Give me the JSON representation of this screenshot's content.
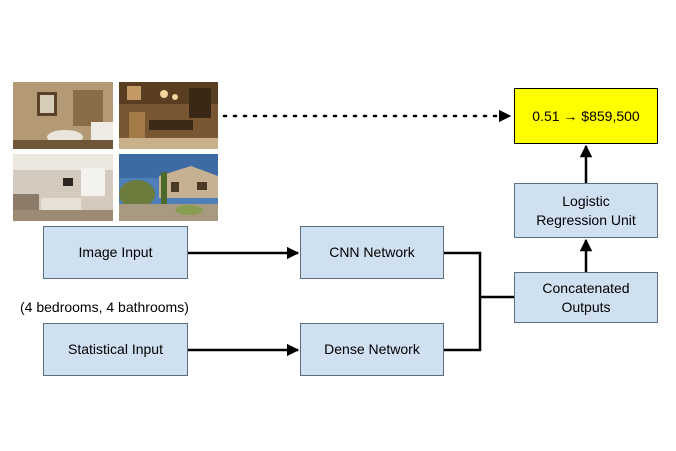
{
  "nodes": {
    "image_input": "Image Input",
    "statistical_input": "Statistical Input",
    "cnn_network": "CNN Network",
    "dense_network": "Dense Network",
    "concatenated_outputs": "Concatenated\nOutputs",
    "logistic_regression_unit": "Logistic\nRegression Unit",
    "prediction": "0.51 → $859,500"
  },
  "stats_note": "(4 bedrooms, 4 bathrooms)",
  "photos": [
    {
      "name": "bathroom-photo",
      "palette": [
        "#9c7f5a",
        "#cbb99a",
        "#6b5236"
      ]
    },
    {
      "name": "kitchen-photo",
      "palette": [
        "#6a4a2c",
        "#c79a5e",
        "#2f2216"
      ]
    },
    {
      "name": "bedroom-photo",
      "palette": [
        "#8a7a66",
        "#d7d0c4",
        "#4e4035"
      ]
    },
    {
      "name": "exterior-photo",
      "palette": [
        "#3f6ea6",
        "#7d8a4c",
        "#b8a68c"
      ]
    }
  ],
  "colors": {
    "box_fill": "#cfe0f1",
    "box_border": "#5b6e80",
    "result_fill": "#ffff00",
    "wire": "#000000"
  }
}
